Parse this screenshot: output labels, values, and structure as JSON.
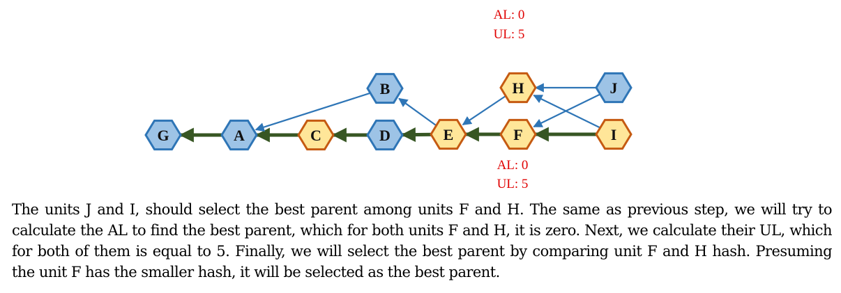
{
  "colors": {
    "blue_fill": "#9dc3e6",
    "blue_stroke": "#2e75b6",
    "orange_fill": "#ffe699",
    "orange_stroke": "#c55a11",
    "strong_edge": "#375623",
    "weak_edge": "#2e75b6",
    "metric_text": "#e00000"
  },
  "nodes": [
    {
      "id": "G",
      "label": "G",
      "style": "blue"
    },
    {
      "id": "A",
      "label": "A",
      "style": "blue"
    },
    {
      "id": "C",
      "label": "C",
      "style": "orange"
    },
    {
      "id": "D",
      "label": "D",
      "style": "blue"
    },
    {
      "id": "E",
      "label": "E",
      "style": "orange"
    },
    {
      "id": "F",
      "label": "F",
      "style": "orange"
    },
    {
      "id": "I",
      "label": "I",
      "style": "orange"
    },
    {
      "id": "B",
      "label": "B",
      "style": "blue"
    },
    {
      "id": "H",
      "label": "H",
      "style": "orange"
    },
    {
      "id": "J",
      "label": "J",
      "style": "blue"
    }
  ],
  "edges": [
    {
      "from": "A",
      "to": "G",
      "kind": "strong"
    },
    {
      "from": "C",
      "to": "A",
      "kind": "strong"
    },
    {
      "from": "D",
      "to": "C",
      "kind": "strong"
    },
    {
      "from": "E",
      "to": "D",
      "kind": "strong"
    },
    {
      "from": "F",
      "to": "E",
      "kind": "strong"
    },
    {
      "from": "I",
      "to": "F",
      "kind": "strong"
    },
    {
      "from": "B",
      "to": "A",
      "kind": "weak"
    },
    {
      "from": "E",
      "to": "B",
      "kind": "weak"
    },
    {
      "from": "H",
      "to": "E",
      "kind": "weak"
    },
    {
      "from": "J",
      "to": "H",
      "kind": "weak"
    },
    {
      "from": "I",
      "to": "H",
      "kind": "weak"
    },
    {
      "from": "J",
      "to": "F",
      "kind": "weak"
    }
  ],
  "metrics": {
    "H": {
      "al": "AL: 0",
      "ul": "UL: 5"
    },
    "F": {
      "al": "AL: 0",
      "ul": "UL: 5"
    }
  },
  "caption": "The units J and I, should select the best parent among units F and H. The same as previous step, we will try to calculate the AL to find the best parent, which for both units F and H, it is zero. Next, we calculate their UL, which for both of them is equal to 5. Finally, we will select the best parent by comparing unit F and H hash. Presuming the unit F has the smaller hash, it will be selected as the best parent."
}
